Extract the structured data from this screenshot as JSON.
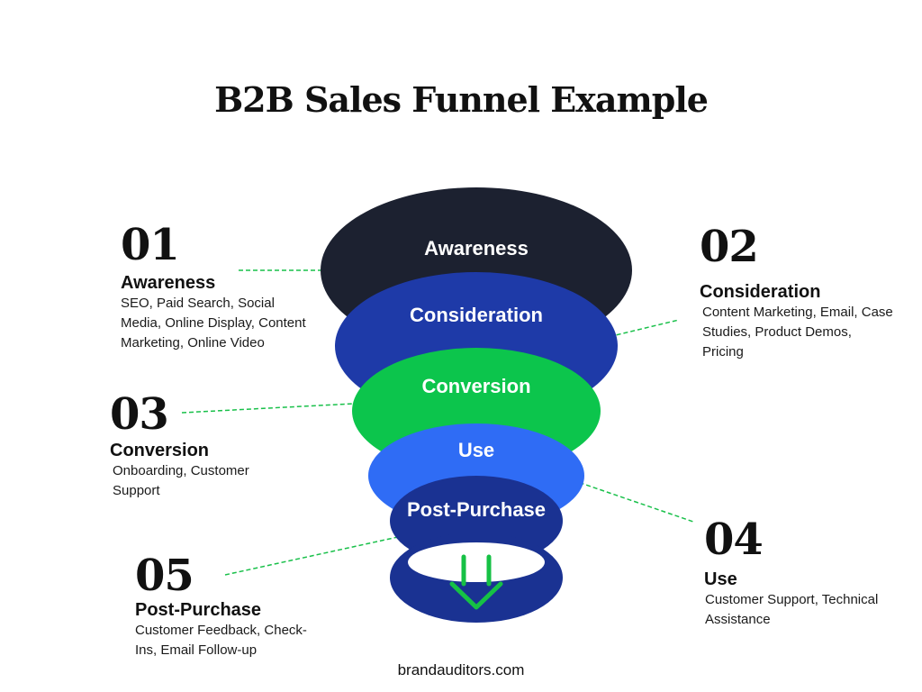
{
  "title": "B2B Sales Funnel Example",
  "colors": {
    "awareness": "#1c2130",
    "consideration": "#1e3aa8",
    "conversion": "#0cc54c",
    "use": "#2f6cf5",
    "post_purchase": "#1a3292",
    "connector": "#19c04a",
    "arrow": "#16c145"
  },
  "funnel_labels": {
    "awareness": "Awareness",
    "consideration": "Consideration",
    "conversion": "Conversion",
    "use": "Use",
    "post_purchase": "Post-Purchase"
  },
  "steps": {
    "s1": {
      "number": "01",
      "heading": "Awareness",
      "desc": "SEO, Paid Search, Social Media, Online Display, Content Marketing, Online Video"
    },
    "s2": {
      "number": "02",
      "heading": "Consideration",
      "desc": "Content Marketing, Email, Case Studies, Product Demos, Pricing"
    },
    "s3": {
      "number": "03",
      "heading": "Conversion",
      "desc": "Onboarding, Customer Support"
    },
    "s4": {
      "number": "04",
      "heading": "Use",
      "desc": "Customer Support, Technical Assistance"
    },
    "s5": {
      "number": "05",
      "heading": "Post-Purchase",
      "desc": "Customer Feedback, Check-Ins, Email Follow-up"
    }
  },
  "footer": "brandauditors.com"
}
